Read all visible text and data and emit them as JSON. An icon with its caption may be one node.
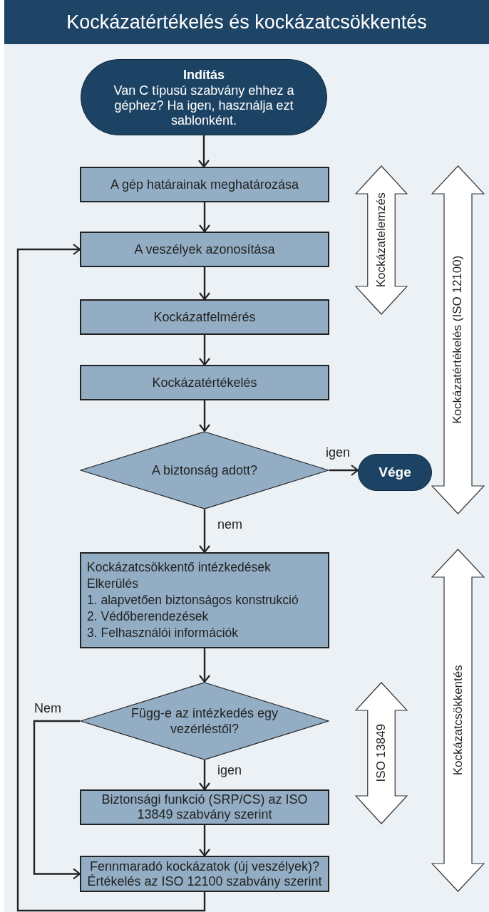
{
  "diagram": {
    "title": "Kockázatértékelés és kockázatcsökkentés",
    "nodes": [
      {
        "text": [
          "Indítás",
          "Van C típusú szabvány ehhez a géphez? Ha igen, használja ezt sablonként."
        ]
      },
      {
        "text": [
          "A gép határainak meghatározása"
        ]
      },
      {
        "text": [
          "A veszélyek azonosítása"
        ]
      },
      {
        "text": [
          "Kockázatfelmérés"
        ]
      },
      {
        "text": [
          "Kockázatértékelés"
        ]
      },
      {
        "text": [
          "A biztonság adott?"
        ]
      },
      {
        "text": [
          "Vége"
        ]
      },
      {
        "text": [
          "Kockázatcsökkentő intézkedések",
          "Elkerülés",
          "1. alapvetően biztonságos konstrukció",
          "2. Védőberendezések",
          "3. Felhasználói információk"
        ]
      },
      {
        "text": [
          "Függ-e az intézkedés egy vezérléstől?"
        ]
      },
      {
        "text": [
          "Biztonsági funkció (SRP/CS) az ISO 13849 szabvány szerint"
        ]
      },
      {
        "text": [
          "Fennmaradó kockázatok (új veszélyek)?",
          "Értékelés az ISO 12100 szabvány szerint"
        ]
      },
      {
        "text": [
          "Kockázatelemzés"
        ]
      },
      {
        "text": [
          "Kockázatértékelés (ISO 12100)"
        ]
      },
      {
        "text": [
          "Kockázatcsökkentés"
        ]
      },
      {
        "text": [
          "ISO 13849"
        ]
      }
    ],
    "edges": [
      {
        "from": 0,
        "to": 1,
        "arrow": "to"
      },
      {
        "from": 1,
        "to": 2,
        "arrow": "to"
      },
      {
        "from": 2,
        "to": 3,
        "arrow": "to"
      },
      {
        "from": 3,
        "to": 4,
        "arrow": "to"
      },
      {
        "from": 4,
        "to": 5,
        "arrow": "to"
      },
      {
        "from": 5,
        "to": 6,
        "arrow": "to",
        "label": "igen"
      },
      {
        "from": 5,
        "to": 7,
        "arrow": "to",
        "label": "nem"
      },
      {
        "from": 7,
        "to": 8,
        "arrow": "to"
      },
      {
        "from": 8,
        "to": 9,
        "arrow": "to",
        "label": "igen"
      },
      {
        "from": 8,
        "to": 10,
        "arrow": "to",
        "label": "Nem"
      },
      {
        "from": 9,
        "to": 10,
        "arrow": "to"
      },
      {
        "from": 10,
        "to": 2,
        "arrow": "to"
      }
    ]
  }
}
